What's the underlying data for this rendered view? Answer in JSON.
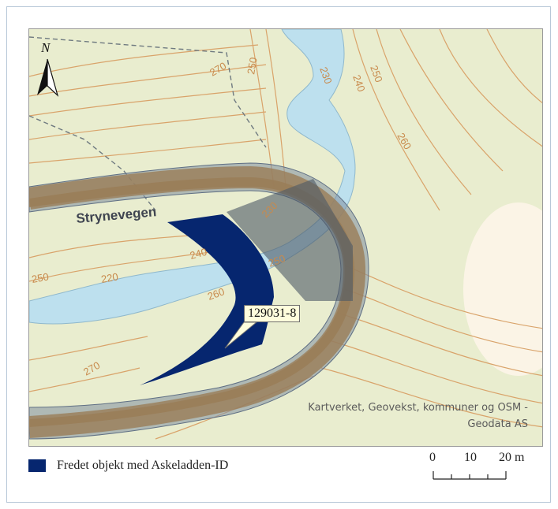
{
  "map": {
    "road_label": "Strynevegen",
    "object_id_label": "129031-8",
    "attribution_line1": "Kartverket, Geovekst, kommuner og OSM -",
    "attribution_line2": "Geodata AS",
    "north_label": "N",
    "contour_labels": [
      "270",
      "250",
      "230",
      "240",
      "250",
      "260",
      "230",
      "240",
      "250",
      "220",
      "260",
      "250",
      "270"
    ],
    "colors": {
      "terrain": "#e9edcf",
      "contour": "#d9a36a",
      "river": "#bde0ee",
      "road": "#9a7d58",
      "buffer": "#7f8ea0",
      "protected_object": "#06266f"
    },
    "icons": [
      "north-arrow-icon"
    ]
  },
  "legend": {
    "label": "Fredet objekt med Askeladden-ID",
    "swatch_color": "#06266f"
  },
  "scale": {
    "ticks": [
      "0",
      "10",
      "20 m"
    ]
  }
}
